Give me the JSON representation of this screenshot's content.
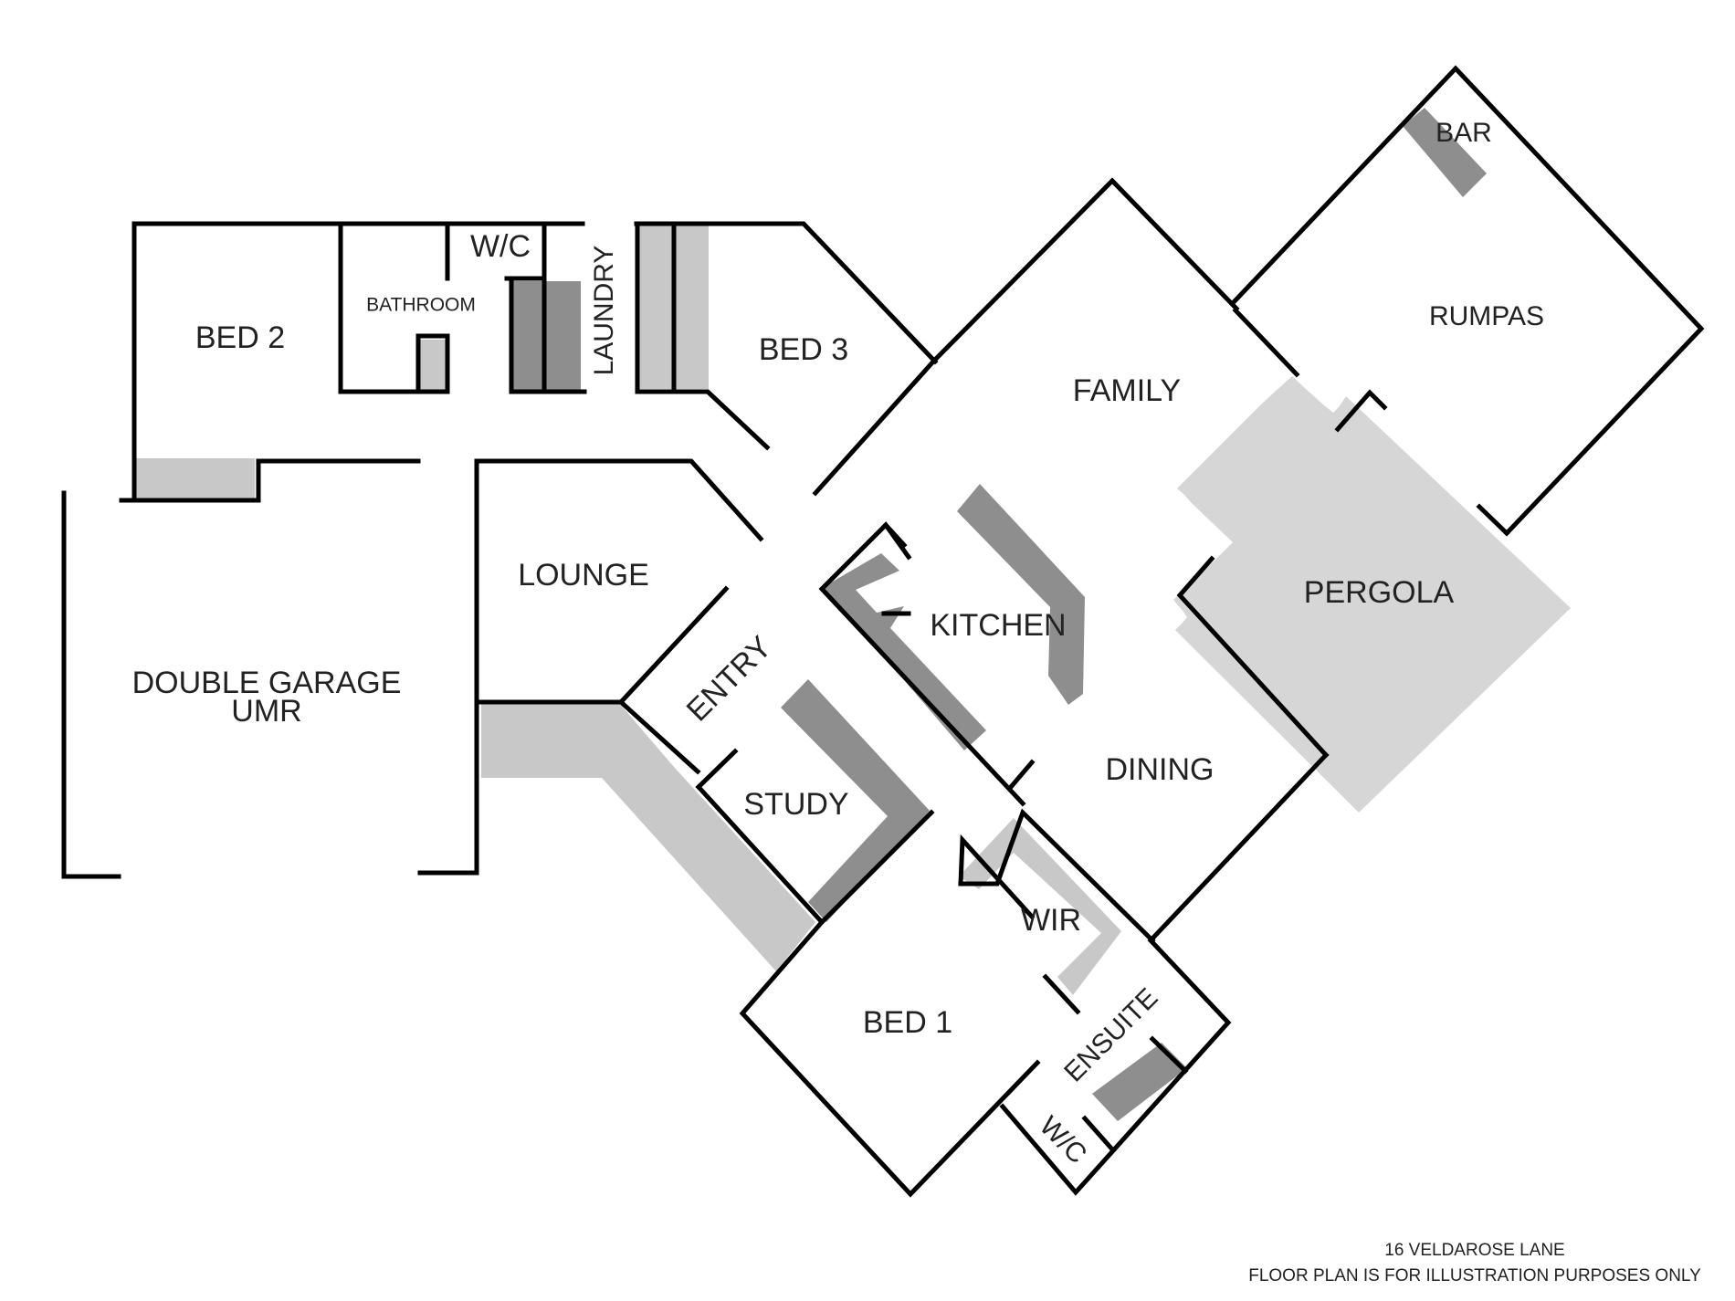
{
  "colors": {
    "background": "#ffffff",
    "wall": "#000000",
    "dark_fill": "#8e8e8e",
    "light_fill": "#c8c8c8",
    "pergola_fill": "#d6d6d6",
    "text": "#222222"
  },
  "rooms": {
    "bed2": "BED 2",
    "bathroom": "BATHROOM",
    "wc_upper": "W/C",
    "laundry": "LAUNDRY",
    "bed3": "BED 3",
    "family": "FAMILY",
    "bar": "BAR",
    "rumpas": "RUMPAS",
    "lounge": "LOUNGE",
    "double_garage": "DOUBLE GARAGE",
    "umr": "UMR",
    "entry": "ENTRY",
    "kitchen": "KITCHEN",
    "pergola": "PERGOLA",
    "study": "STUDY",
    "dining": "DINING",
    "wir": "WIR",
    "bed1": "BED 1",
    "ensuite": "ENSUITE",
    "wc_lower": "W/C"
  },
  "footer": {
    "address": "16 VELDAROSE LANE",
    "disclaimer": "FLOOR PLAN IS FOR ILLUSTRATION PURPOSES ONLY"
  }
}
